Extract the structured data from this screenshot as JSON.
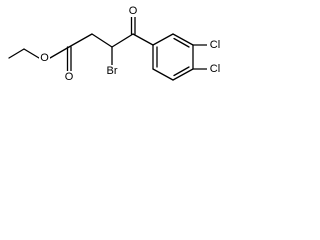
{
  "molecule": {
    "atoms": {
      "ester_o": "O",
      "carbonyl_o_ester": "O",
      "carbonyl_o_ketone": "O",
      "br": "Br",
      "cl_3": "Cl",
      "cl_4": "Cl"
    }
  },
  "colors": {
    "bond": "#000000",
    "label": "#000000",
    "background": "#ffffff"
  }
}
